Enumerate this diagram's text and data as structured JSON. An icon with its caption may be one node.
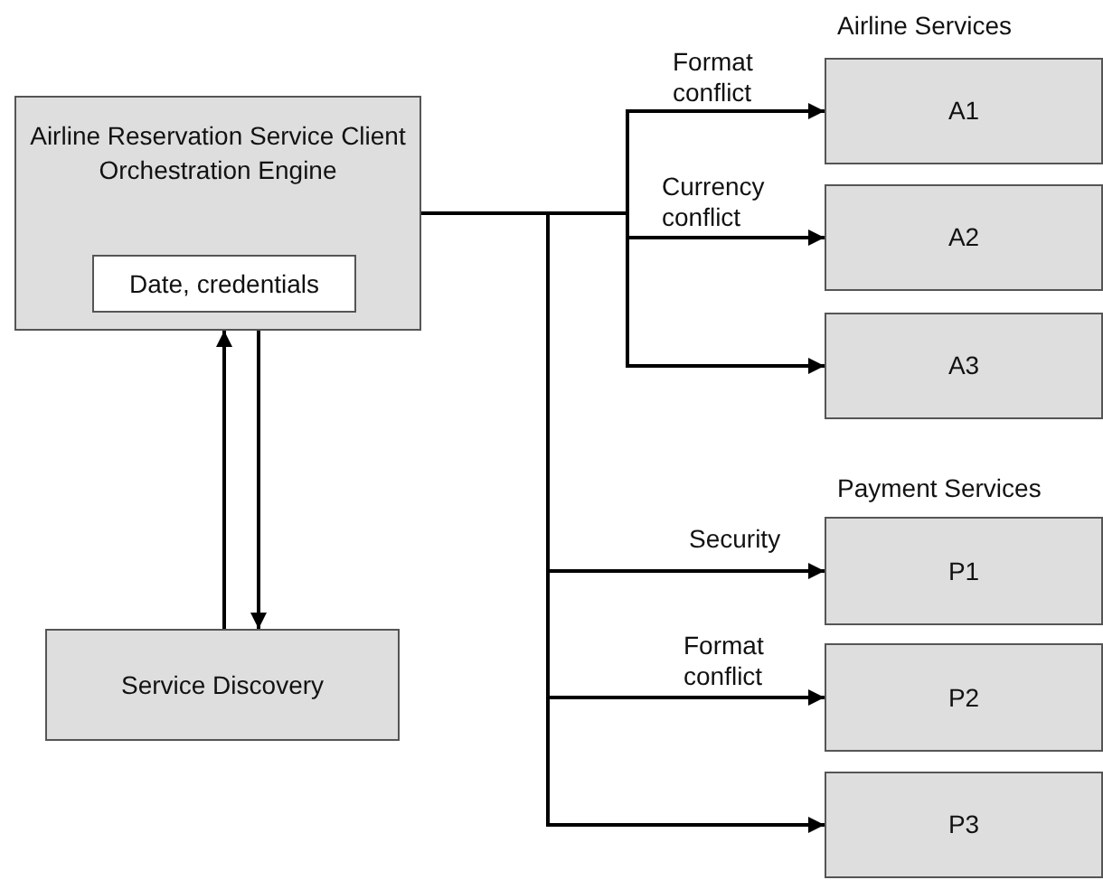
{
  "diagram": {
    "nodes": [
      {
        "text": [
          "Airline Reservation Service Client Orchestration Engine"
        ]
      },
      {
        "text": [
          "Date, credentials"
        ],
        "in": 0
      },
      {
        "text": [
          "Service Discovery"
        ]
      },
      {
        "text": [
          "A1"
        ]
      },
      {
        "text": [
          "A2"
        ]
      },
      {
        "text": [
          "A3"
        ]
      },
      {
        "text": [
          "P1"
        ]
      },
      {
        "text": [
          "P2"
        ]
      },
      {
        "text": [
          "P3"
        ]
      }
    ],
    "edges": [
      {
        "from": 0,
        "to": 3,
        "arrow": "to",
        "label": "Format conflict"
      },
      {
        "from": 0,
        "to": 4,
        "arrow": "to",
        "label": "Currency conflict"
      },
      {
        "from": 0,
        "to": 5,
        "arrow": "to"
      },
      {
        "from": 0,
        "to": 6,
        "arrow": "to",
        "label": "Security"
      },
      {
        "from": 0,
        "to": 7,
        "arrow": "to",
        "label": "Format conflict"
      },
      {
        "from": 0,
        "to": 8,
        "arrow": "to"
      },
      {
        "from": 2,
        "to": 0,
        "arrow": "to"
      },
      {
        "from": 0,
        "to": 2,
        "arrow": "to"
      }
    ],
    "labels": [
      "Airline Services",
      "Payment Services"
    ]
  }
}
